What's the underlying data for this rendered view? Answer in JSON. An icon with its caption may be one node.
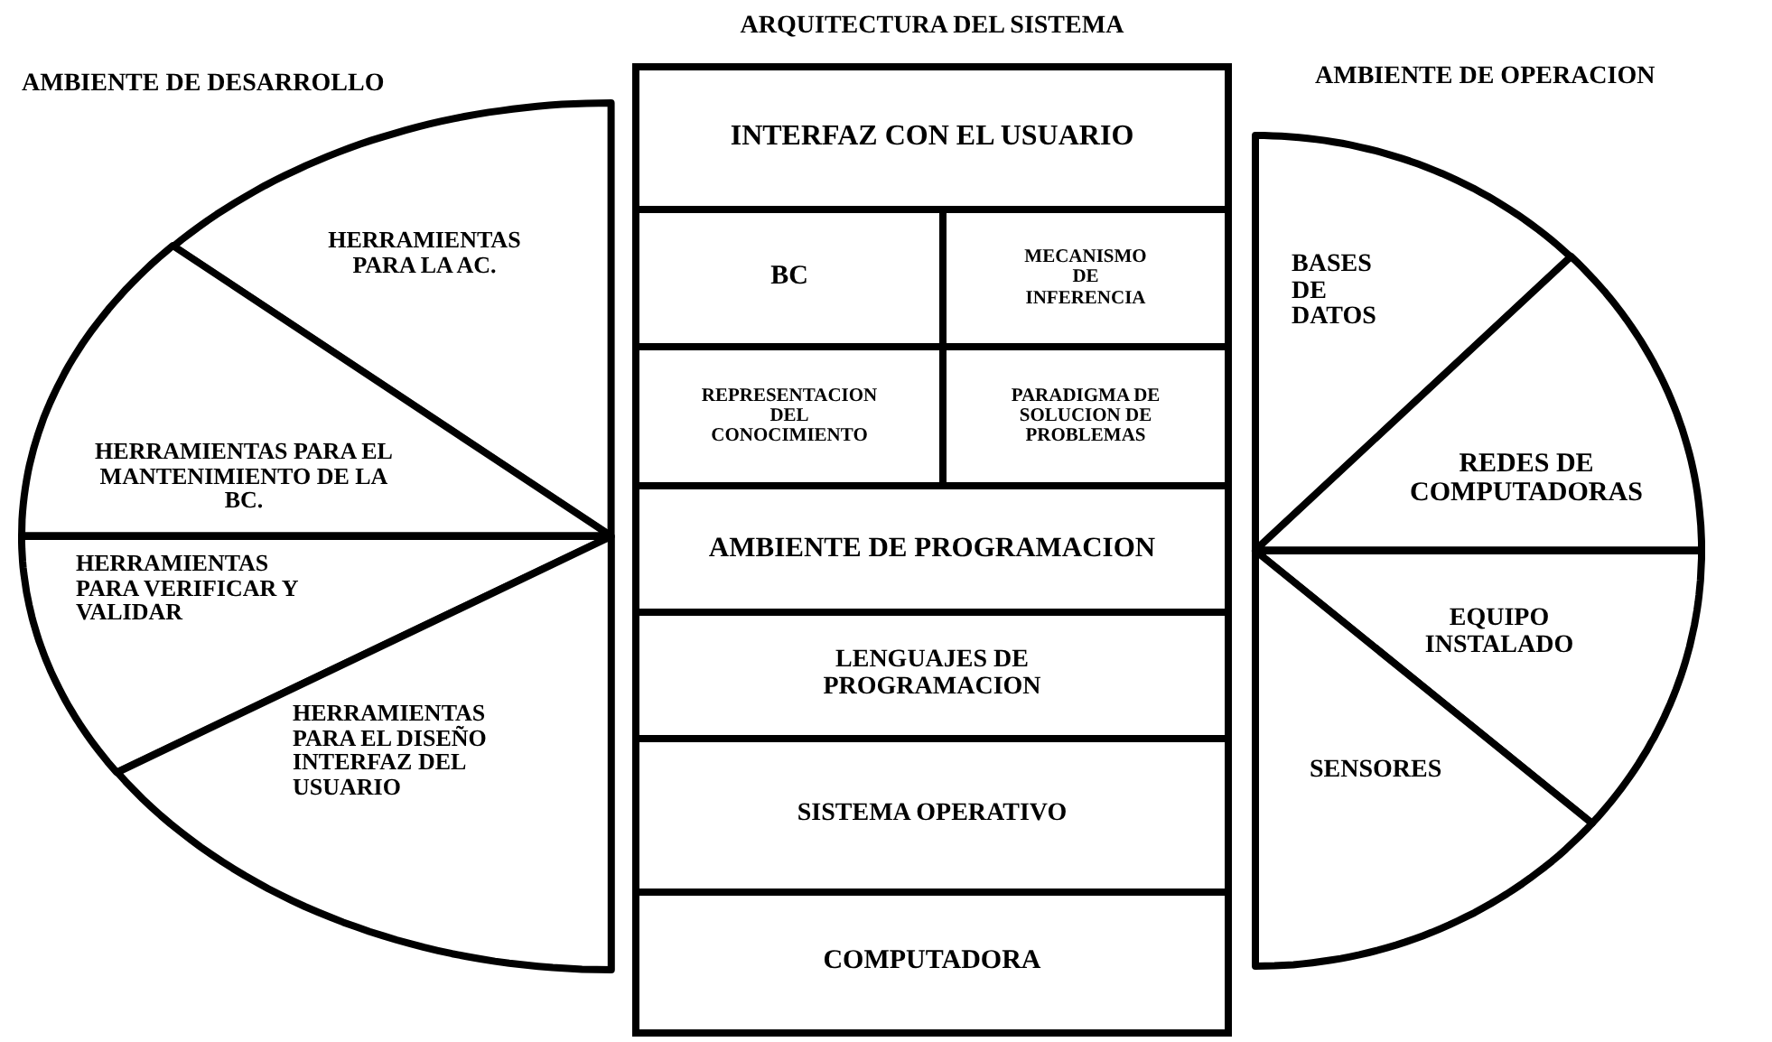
{
  "diagram": {
    "nodes": [
      {
        "text": [
          "AMBIENTE DE DESARROLLO"
        ]
      },
      {
        "text": [
          "HERRAMIENTAS PARA LA AC."
        ],
        "in": 0
      },
      {
        "text": [
          "HERRAMIENTAS PARA EL MANTENIMIENTO DE LA BC."
        ],
        "in": 0
      },
      {
        "text": [
          "HERRAMIENTAS PARA VERIFICAR Y VALIDAR"
        ],
        "in": 0
      },
      {
        "text": [
          "HERRAMIENTAS PARA EL DISEÑO INTERFAZ DEL USUARIO"
        ],
        "in": 0
      },
      {
        "text": [
          "ARQUITECTURA DEL SISTEMA"
        ]
      },
      {
        "text": [
          "INTERFAZ CON EL USUARIO"
        ],
        "in": 5
      },
      {
        "text": [
          "BC"
        ],
        "in": 5
      },
      {
        "text": [
          "MECANISMO DE INFERENCIA"
        ],
        "in": 5
      },
      {
        "text": [
          "REPRESENTACION DEL CONOCIMIENTO"
        ],
        "in": 5
      },
      {
        "text": [
          "PARADIGMA DE SOLUCION DE PROBLEMAS"
        ],
        "in": 5
      },
      {
        "text": [
          "AMBIENTE DE PROGRAMACION"
        ],
        "in": 5
      },
      {
        "text": [
          "LENGUAJES DE PROGRAMACION"
        ],
        "in": 5
      },
      {
        "text": [
          "SISTEMA OPERATIVO"
        ],
        "in": 5
      },
      {
        "text": [
          "COMPUTADORA"
        ],
        "in": 5
      },
      {
        "text": [
          "AMBIENTE DE OPERACION"
        ]
      },
      {
        "text": [
          "BASES DE DATOS"
        ],
        "in": 15
      },
      {
        "text": [
          "REDES DE COMPUTADORAS"
        ],
        "in": 15
      },
      {
        "text": [
          "EQUIPO INSTALADO"
        ],
        "in": 15
      },
      {
        "text": [
          "SENSORES"
        ],
        "in": 15
      }
    ],
    "edges": []
  }
}
